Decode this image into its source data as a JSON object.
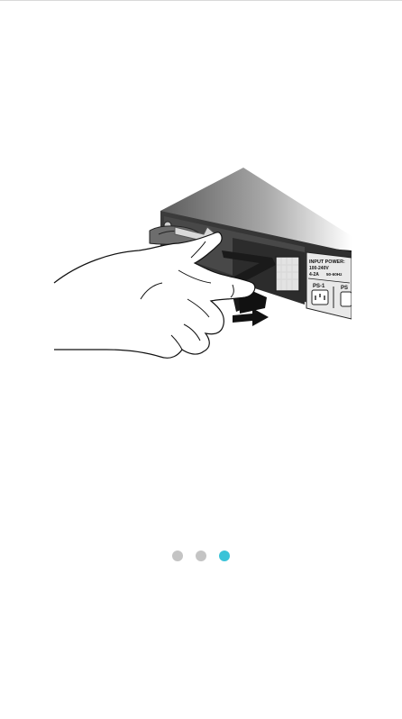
{
  "illustration": {
    "panel_label_line1": "INPUT POWER:",
    "panel_label_line2": "100-240V",
    "panel_label_line3": "4-2A",
    "panel_label_line4": "50-60Hz",
    "ps_label_1": "PS-1",
    "ps_label_2": "PS"
  },
  "pager": {
    "total_pages": 3,
    "current_page": 3,
    "dots": [
      {
        "state": "inactive",
        "color": "#c4c4c4"
      },
      {
        "state": "inactive",
        "color": "#c4c4c4"
      },
      {
        "state": "active",
        "color": "#3bc3d8"
      }
    ]
  }
}
